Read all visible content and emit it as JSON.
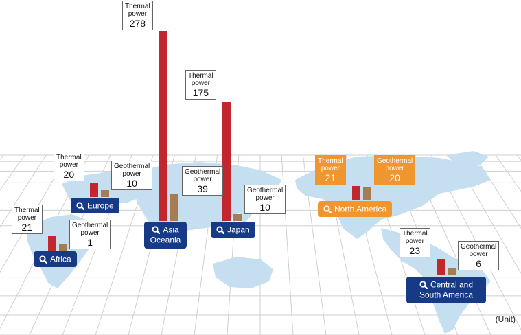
{
  "chart_data": {
    "type": "bar",
    "series": [
      {
        "name": "Thermal power",
        "color": "#c1272d"
      },
      {
        "name": "Geothermal power",
        "color": "#a67c52"
      }
    ],
    "regions": [
      {
        "name": "Africa",
        "button_label": "Africa",
        "thermal": 21,
        "geothermal": 1
      },
      {
        "name": "Europe",
        "button_label": "Europe",
        "thermal": 20,
        "geothermal": 10
      },
      {
        "name": "Asia Oceania",
        "button_label": "Asia Oceania",
        "thermal": 278,
        "geothermal": 39
      },
      {
        "name": "Japan",
        "button_label": "Japan",
        "thermal": 175,
        "geothermal": 10
      },
      {
        "name": "North America",
        "button_label": "North America",
        "thermal": 21,
        "geothermal": 20,
        "highlighted": true
      },
      {
        "name": "Central and South America",
        "button_label": "Central and South America",
        "thermal": 23,
        "geothermal": 6
      }
    ],
    "unit_label": "(Unit)"
  },
  "labels": {
    "thermal_line1": "Thermal",
    "thermal_line2": "power",
    "geothermal_line1": "Geothermal",
    "geothermal_line2": "power"
  },
  "colors": {
    "button": "#173a86",
    "highlight": "#f0962e",
    "map": "#c5dff0",
    "grid": "#cfcfcf"
  },
  "icons": {
    "region_button": "magnifier-icon"
  }
}
